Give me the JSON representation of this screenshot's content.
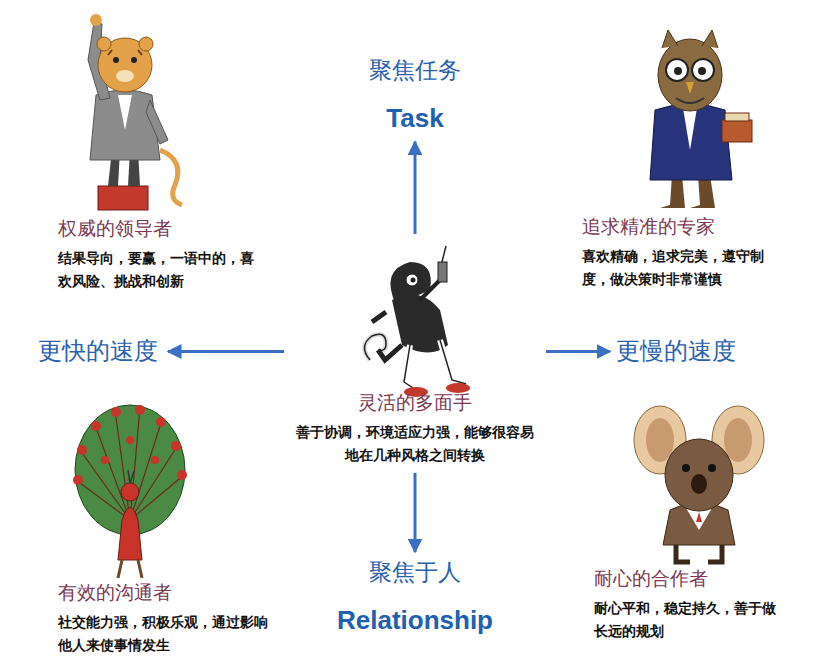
{
  "diagram": {
    "nodes": [
      {
        "text": [
          "聚焦任务",
          "Task"
        ]
      },
      {
        "text": [
          "权威的领导者",
          "结果导向，要赢，一语中的，喜欢风险、挑战和创新"
        ]
      },
      {
        "text": [
          "追求精准的专家",
          "喜欢精确，追求完美，遵守制度，做决策时非常谨慎"
        ]
      },
      {
        "text": [
          "更快的速度"
        ]
      },
      {
        "text": [
          "灵活的多面手",
          "善于协调，环境适应力强，能够很容易地在几种风格之间转换"
        ]
      },
      {
        "text": [
          "更慢的速度"
        ]
      },
      {
        "text": [
          "有效的沟通者",
          "社交能力强，积极乐观，通过影响他人来使事情发生"
        ]
      },
      {
        "text": [
          "耐心的合作者",
          "耐心平和，稳定持久，善于做长远的规划"
        ]
      },
      {
        "text": [
          "聚焦于人",
          "Relationship"
        ]
      }
    ],
    "edges": [
      {
        "from": 4,
        "to": 0,
        "arrow": "to"
      },
      {
        "from": 4,
        "to": 3,
        "arrow": "to"
      },
      {
        "from": 4,
        "to": 5,
        "arrow": "to"
      },
      {
        "from": 4,
        "to": 8,
        "arrow": "to"
      }
    ]
  }
}
